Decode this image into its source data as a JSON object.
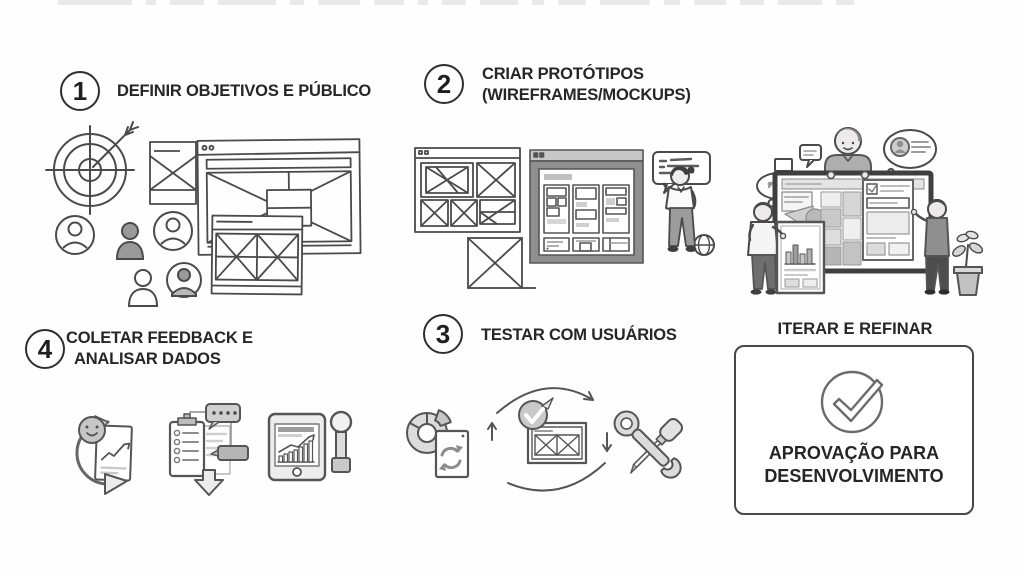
{
  "colors": {
    "ink": "#4a4a4a",
    "dark_ink": "#2e2e2e",
    "gray_fill": "#9c9c9c",
    "light_gray": "#d9d9d9",
    "background": "#fefefe"
  },
  "steps": [
    {
      "number": "1",
      "lines": [
        "DEFINIR OBJETIVOS E PÚBLICO"
      ],
      "icons": [
        "target-icon",
        "users-group-icon",
        "wireframe-browser-icon"
      ]
    },
    {
      "number": "2",
      "lines": [
        "CRIAR PROTÓTIPOS",
        "(WIREFRAMES/MOCKUPS)"
      ],
      "icons": [
        "wireframe-window-icon",
        "placeholder-box-icon",
        "mockup-window-icon",
        "presenter-person-illustration"
      ]
    },
    {
      "number": "3",
      "lines": [
        "TESTAR COM USUÁRIOS"
      ],
      "icons": [
        "pie-chart-icon",
        "report-recycle-icon",
        "iteration-cycle-icon",
        "wireframe-check-icon",
        "crossed-tools-icon"
      ]
    },
    {
      "number": "4",
      "lines": [
        "COLETAR FEEDBACK E",
        "ANALISAR DADOS"
      ],
      "icons": [
        "feedback-smiley-report-icon",
        "checklist-comments-icon",
        "tablet-analytics-icon"
      ]
    }
  ],
  "iterate_panel": {
    "title": "ITERAR E REFINAR",
    "approval_lines": [
      "APROVAÇÃO PARA",
      "DESENVOLVIMENTO"
    ],
    "icons": [
      "team-collaboration-illustration",
      "check-circle-icon"
    ]
  }
}
